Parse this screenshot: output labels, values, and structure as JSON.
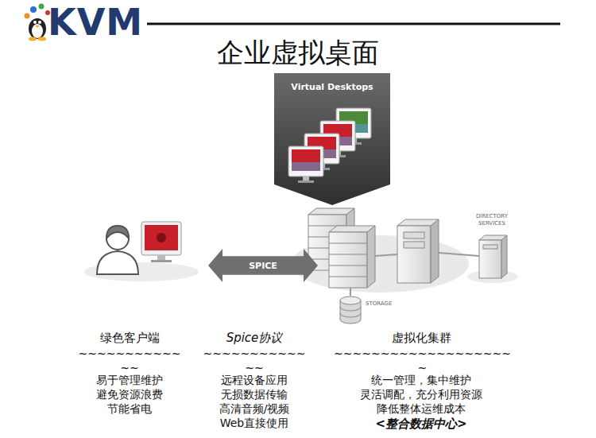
{
  "diagram": {
    "title": "企业虚拟桌面",
    "nodes": [
      {
        "text": [
          "Virtual Desktops"
        ]
      },
      {
        "text": [
          "SPICE"
        ]
      }
    ],
    "labels": [
      "KVM",
      "STORAGE",
      "DIRECTORY SERVICES",
      "绿色客户端",
      "~~~~~~~~~~~ ~~",
      "易于管理维护",
      "避免资源浪费",
      "节能省电",
      "Spice协议",
      "~~~~~~~~~~~ ~~",
      "远程设备应用",
      "无损数据传输",
      "高清音频/视频",
      "Web直接使用",
      "虚拟化集群",
      "~~~~~~~~~~~~~~~~~~~ ~",
      "统一管理，集中维护",
      "灵活调配，充分利用资源",
      "降低整体运维成本",
      "<整合数据中心>"
    ]
  }
}
